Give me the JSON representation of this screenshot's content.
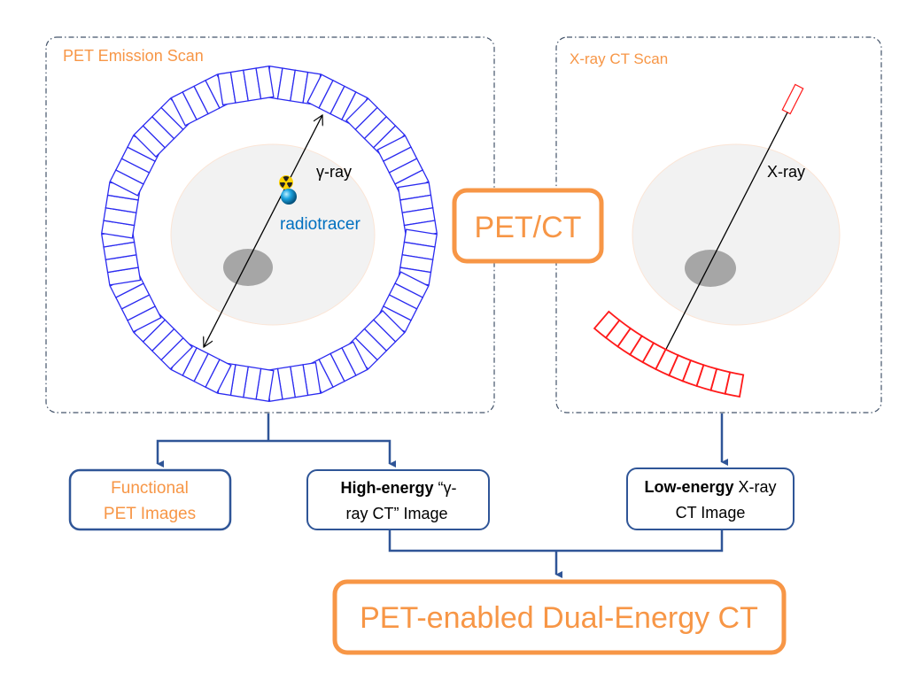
{
  "colors": {
    "accent_orange": "#f79646",
    "connector_blue": "#2f5597",
    "detector_blue": "#2b2bf0",
    "xray_red": "#ff1a1a",
    "tracer_blue": "#0070c0",
    "panel_border": "#44546a"
  },
  "pet_panel": {
    "title": "PET Emission Scan",
    "ray_label": "γ-ray",
    "tracer_label": "radiotracer",
    "icons": [
      "radiation-icon",
      "radiotracer-ball-icon"
    ]
  },
  "ct_panel": {
    "title": "X-ray CT Scan",
    "ray_label": "X-ray"
  },
  "center_label": "PET/CT",
  "outputs": {
    "functional": {
      "line1": "Functional",
      "line2": "PET Images"
    },
    "high_energy": {
      "bold": "High-energy",
      "line1_rest": " “γ-",
      "line2": "ray CT” Image"
    },
    "low_energy": {
      "bold": "Low-energy",
      "line1_rest": " X-ray",
      "line2": "CT Image"
    }
  },
  "result_label": "PET-enabled Dual-Energy CT"
}
